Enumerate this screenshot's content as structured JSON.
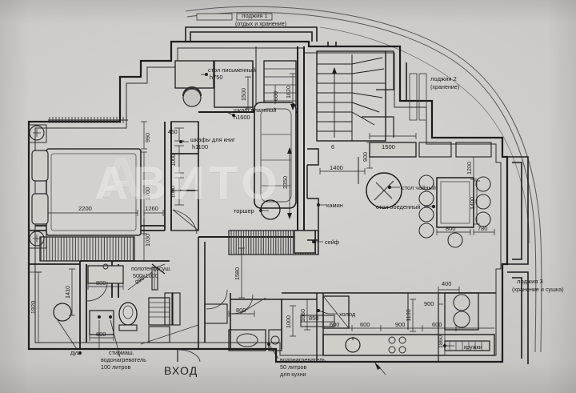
{
  "document": {
    "kind": "floor-plan",
    "language": "ru",
    "entrance_label": "ВХОД",
    "watermark": "АВИТО"
  },
  "balconies": [
    {
      "title": "лоджия 1",
      "subtitle": "(отдых и хранение)"
    },
    {
      "title": "лоджия 2",
      "subtitle": "(хранение)"
    },
    {
      "title": "лоджия 3",
      "subtitle": "(хранение и сушка)"
    }
  ],
  "furniture_labels": {
    "desk": "стол письменный",
    "desk_height": "h750",
    "wardrobe": "шкаф платяной",
    "wardrobe_height": "h1600",
    "bookcases": "шкафы для книг",
    "bookcases_height": "h1100",
    "floor_lamp": "торшер",
    "fireplace": "камин",
    "safe": "сейф",
    "tea_table": "стол чайный",
    "dining_table": "стол обеденный",
    "fridge": "холод",
    "mugs": "кружки",
    "shower": "душ",
    "washing_machine": "стирмаш.",
    "towel_warmer": "полотенцесуш.",
    "towel_warmer_size": "500х1000",
    "water_heater_bath": "водонагреватель",
    "water_heater_bath_vol": "100 литров",
    "water_heater_kitchen": "водонагреватель",
    "water_heater_kitchen_vol": "50 литров",
    "water_heater_kitchen_use": "для кухни"
  },
  "dimensions": {
    "bedroom_depth_top": "990",
    "bed_width": "1700",
    "bed_length": "2200",
    "bedroom_right": "1260",
    "bedroom_lower": "1030",
    "closet_top": "450",
    "closet_a": "1000",
    "closet_b": "1000",
    "desk_run": "1500",
    "shelf_600": "600",
    "hall_1620": "1620",
    "sofa_2350": "2350",
    "living_1580": "1580",
    "kitchen_offset_1400": "1400",
    "counter_900": "900",
    "counter_1200": "1200",
    "table_1400": "1400",
    "table_800": "800",
    "table_780": "780",
    "loggia3_1500": "1500",
    "loggia3_400": "400",
    "loggia3_900": "900",
    "loggia3_1860": "1860",
    "kitchen_1130": "1130",
    "kitchen_600a": "600",
    "kitchen_600b": "600",
    "kitchen_900": "900",
    "kitchen_600c": "600",
    "kitchen_1660": "1660",
    "kitchen_850": "850",
    "kitchen_1000": "1000",
    "hall_800": "800",
    "bath_1920": "1920",
    "bath_1410": "1410",
    "bath_800": "800",
    "bath_990": "990",
    "bath_600": "600",
    "stair_6": "6"
  }
}
